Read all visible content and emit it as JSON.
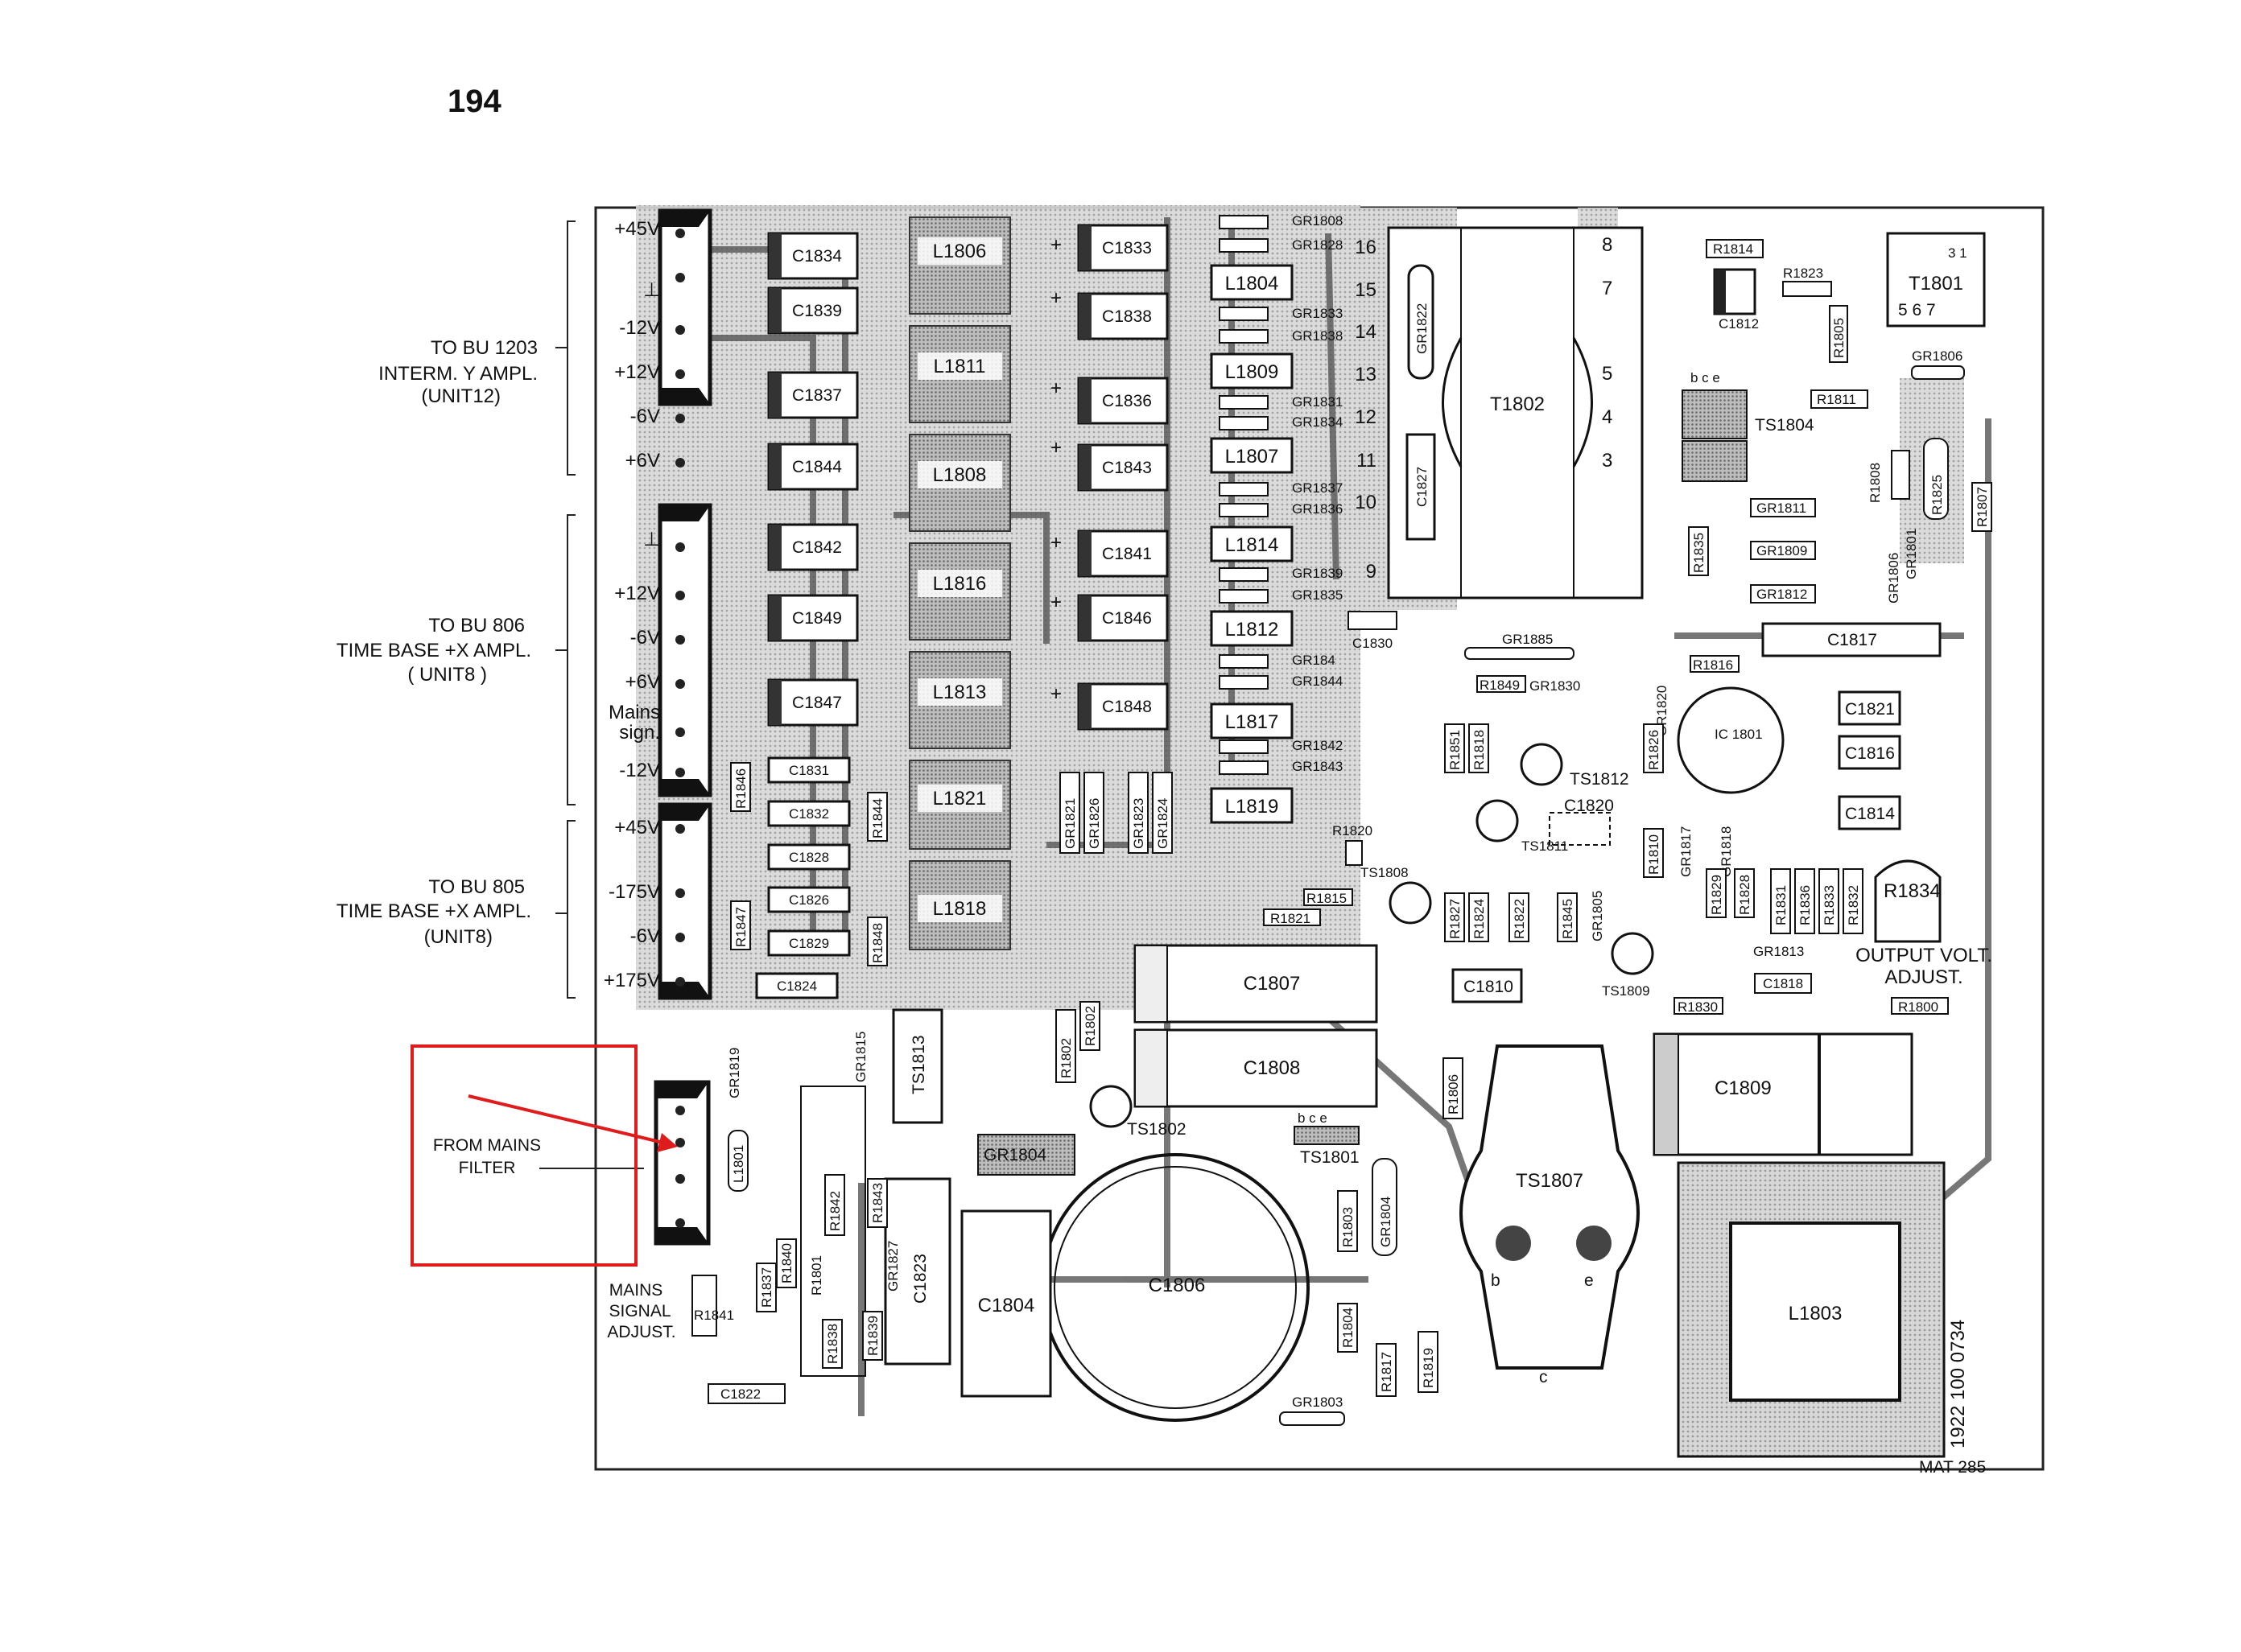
{
  "page_number": "194",
  "drawing_code": "MAT 285",
  "highlight_color": "#e01b1b",
  "connectors": [
    {
      "lines": [
        "TO BU 1203",
        "INTERM. Y AMPL.",
        "(UNIT12)"
      ],
      "pins": [
        "+45V",
        "⊥",
        "-12V",
        "+12V",
        "-6V",
        "+6V"
      ]
    },
    {
      "lines": [
        "TO BU 806",
        "TIME BASE +X AMPL.",
        "( UNIT8 )"
      ],
      "pins": [
        "⊥",
        "+12V",
        "-6V",
        "+6V",
        "Mains",
        "sign.",
        "-12V"
      ]
    },
    {
      "lines": [
        "TO BU 805",
        "TIME BASE +X AMPL.",
        "(UNIT8)"
      ],
      "pins": [
        "+45V",
        "-175V",
        "-6V",
        "+175V"
      ]
    }
  ],
  "mains_filter": {
    "lines": [
      "FROM MAINS",
      "FILTER"
    ]
  },
  "mains_signal_adjust": {
    "lines": [
      "MAINS",
      "SIGNAL",
      "ADJUST."
    ]
  },
  "output_volt_adjust": {
    "lines": [
      "OUTPUT VOLT.",
      "ADJUST."
    ]
  },
  "capacitors_small": [
    "C1834",
    "C1839",
    "C1837",
    "C1844",
    "C1842",
    "C1849",
    "C1847"
  ],
  "capacitors_small2": [
    "C1831",
    "C1832",
    "C1828",
    "C1826",
    "C1829",
    "C1824"
  ],
  "inductors": [
    "L1806",
    "L1811",
    "L1808",
    "L1816",
    "L1813",
    "L1821",
    "L1818"
  ],
  "capacitors_col3": [
    "C1833",
    "C1838",
    "C1836",
    "C1843",
    "C1841",
    "C1846",
    "C1848"
  ],
  "inductors_col4": [
    "L1804",
    "L1809",
    "L1807",
    "L1814",
    "L1812",
    "L1817",
    "L1819"
  ],
  "diodes_col4": [
    "GR1808",
    "GR1828",
    "GR1833",
    "GR1838",
    "GR1831",
    "GR1834",
    "GR1837",
    "GR1836",
    "GR1839",
    "GR1835",
    "GR184",
    "GR1844",
    "GR1842",
    "GR1843"
  ],
  "vertical_resistors_mid": [
    "GR1821",
    "GR1826",
    "GR1823",
    "GR1824"
  ],
  "transformer": {
    "name": "T1802",
    "pins_left": [
      "16",
      "15",
      "14",
      "13",
      "12",
      "11",
      "10",
      "9"
    ],
    "pins_right": [
      "8",
      "7",
      "5",
      "4",
      "3"
    ]
  },
  "t1802_parts": [
    "GR1822",
    "C1827",
    "C1830"
  ],
  "top_right": {
    "r1814": "R1814",
    "r1823": "R1823",
    "c1812": "C1812",
    "r1805": "R1805",
    "t1801": "T1801",
    "t1801_pins_top": "3 1",
    "t1801_pins_bot": "5 6 7",
    "gr1806": "GR1806",
    "r1811": "R1811",
    "ts1804": "TS1804",
    "bce": "b c e",
    "r1808": "R1808",
    "r1825": "R1825",
    "r1807": "R1807",
    "gr1811": "GR1811",
    "gr1809": "GR1809",
    "gr1812": "GR1812",
    "r1835": "R1835",
    "gr1806b": "GR1806",
    "gr1801": "GR1801"
  },
  "mid_right": {
    "gr1885": "GR1885",
    "c1817": "C1817",
    "r1816": "R1816",
    "r1849": "R1849",
    "gr1830": "GR1830",
    "gr1820": "GR1820",
    "ic1801": "IC 1801",
    "c1821": "C1821",
    "c1816": "C1816",
    "c1814": "C1814",
    "r1851": "R1851",
    "r1818": "R1818",
    "r1826": "R1826",
    "ts1812": "TS1812",
    "c1820": "C1820",
    "ts1811": "TS1811",
    "r1810": "R1810",
    "gr1817": "GR1817",
    "gr1818": "GR1818",
    "r1820": "R1820",
    "r1815": "R1815",
    "r1821": "R1821",
    "ts1808": "TS1808",
    "r1827": "R1827",
    "r1824": "R1824",
    "r1822": "R1822",
    "r1845": "R1845",
    "gr1805": "GR1805",
    "r1829": "R1829",
    "r1828": "R1828",
    "r1831": "R1831",
    "r1836": "R1836",
    "r1833": "R1833",
    "r1832": "R1832",
    "r1834": "R1834",
    "gr1813": "GR1813",
    "c1810": "C1810",
    "ts1809": "TS1809",
    "c1818": "C1818",
    "r1830": "R1830",
    "r1800": "R1800"
  },
  "bottom": {
    "c1807": "C1807",
    "c1808": "C1808",
    "r1802a": "R1802",
    "r1802b": "R1802",
    "ts1802": "TS1802",
    "ts1801": "TS1801",
    "ts1801_pins": "b c e",
    "gr1804": "GR1804",
    "r1806": "R1806",
    "c1809": "C1809",
    "ts1807": "TS1807",
    "l1803": "L1803",
    "c1806": "C1806",
    "c1804": "C1804",
    "c1823": "C1823",
    "ts1813": "TS1813",
    "gr1815": "GR1815",
    "gr1819": "GR1819",
    "l1801": "L1801",
    "r1842": "R1842",
    "r1843": "R1843",
    "r1801": "R1801",
    "gr1827": "GR1827",
    "r1838": "R1838",
    "r1839": "R1839",
    "r1837": "R1837",
    "r1840": "R1840",
    "r1841": "R1841",
    "c1822": "C1822",
    "r1803": "R1803",
    "gr1804b": "GR1804",
    "r1804": "R1804",
    "r1817": "R1817",
    "r1819": "R1819",
    "gr1803": "GR1803",
    "b": "b",
    "e": "e",
    "c": "c"
  },
  "small_r": [
    "R1846",
    "R1844",
    "R1847",
    "R1848"
  ],
  "margin_note": "1922 100 0734"
}
